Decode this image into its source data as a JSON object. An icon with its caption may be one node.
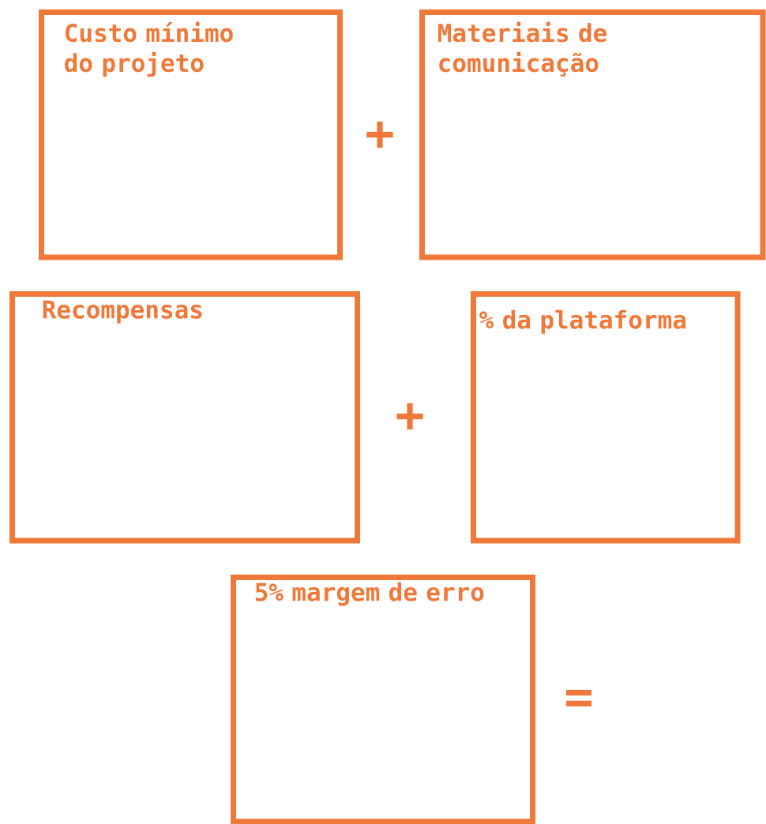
{
  "diagram": {
    "nodes": [
      {
        "text": [
          "Custo mínimo do projeto"
        ]
      },
      {
        "text": [
          "Materiais de comunicação"
        ]
      },
      {
        "text": [
          "Recompensas"
        ]
      },
      {
        "text": [
          "% da plataforma"
        ]
      },
      {
        "text": [
          "5% margem de erro"
        ]
      }
    ],
    "labels": [
      "+",
      "+",
      "="
    ]
  }
}
